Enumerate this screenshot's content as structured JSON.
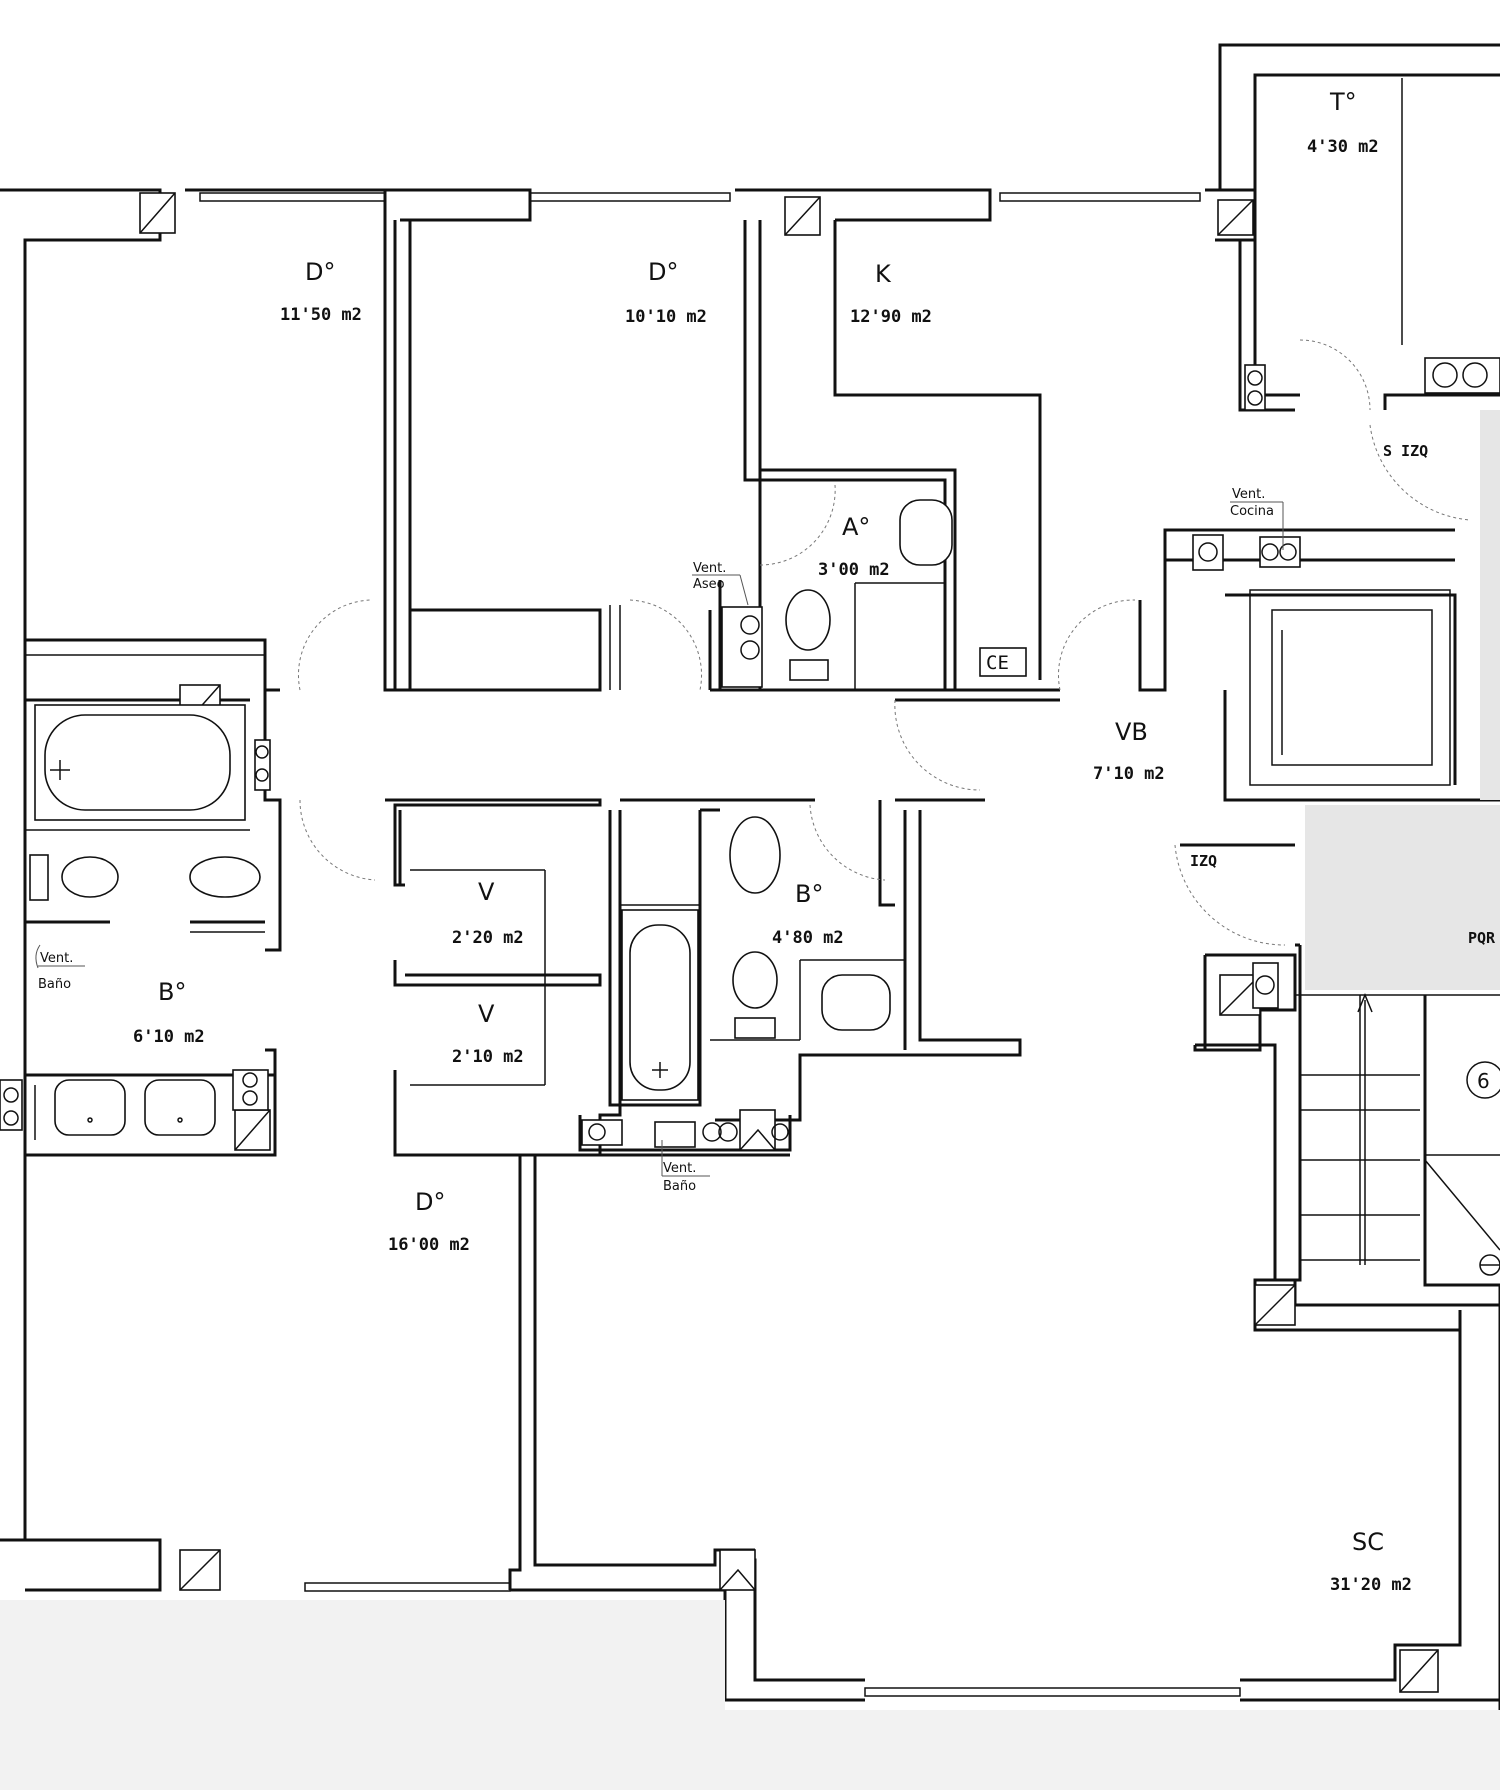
{
  "rooms": {
    "dorm1": {
      "name": "D°",
      "area": "11'50 m2"
    },
    "dorm2": {
      "name": "D°",
      "area": "10'10 m2"
    },
    "kitchen": {
      "name": "K",
      "area": "12'90 m2"
    },
    "terrace": {
      "name": "T°",
      "area": "4'30 m2"
    },
    "aseo": {
      "name": "A°",
      "area": "3'00 m2"
    },
    "vestibule": {
      "name": "VB",
      "area": "7'10 m2"
    },
    "closet1": {
      "name": "V",
      "area": "2'20 m2"
    },
    "closet2": {
      "name": "V",
      "area": "2'10 m2"
    },
    "bath2": {
      "name": "B°",
      "area": "4'80 m2"
    },
    "bath1": {
      "name": "B°",
      "area": "6'10 m2"
    },
    "dorm3": {
      "name": "D°",
      "area": "16'00 m2"
    },
    "living": {
      "name": "SC",
      "area": "31'20 m2"
    }
  },
  "labels": {
    "vent_aseo": [
      "Vent.",
      "Aseo"
    ],
    "vent_cocina": [
      "Vent.",
      "Cocina"
    ],
    "vent_bano_left": [
      "Vent.",
      "Baño"
    ],
    "vent_bano_center": [
      "Vent.",
      "Baño"
    ],
    "ce": "CE",
    "s_izq": "S IZQ",
    "izq": "IZQ",
    "pqr": "PQR",
    "stair_number": "6"
  }
}
